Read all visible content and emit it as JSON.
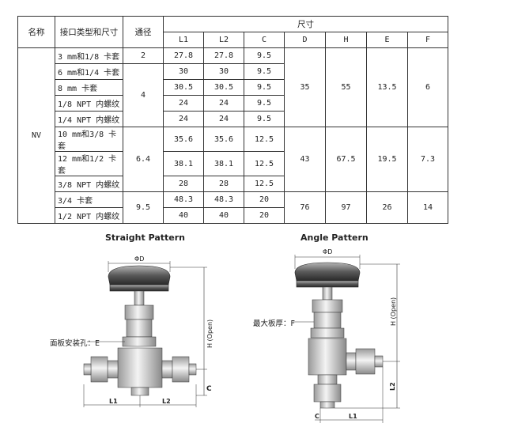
{
  "table": {
    "header": {
      "name": "名称",
      "conn": "接口类型和尺寸",
      "bore": "通径",
      "dims": "尺寸",
      "cols": [
        "L1",
        "L2",
        "C",
        "D",
        "H",
        "E",
        "F"
      ]
    },
    "model": "NV",
    "rows": [
      {
        "conn": "3 mm和1/8 卡套",
        "L1": "27.8",
        "L2": "27.8",
        "C": "9.5"
      },
      {
        "conn": "6 mm和1/4 卡套",
        "L1": "30",
        "L2": "30",
        "C": "9.5"
      },
      {
        "conn": "8 mm 卡套",
        "L1": "30.5",
        "L2": "30.5",
        "C": "9.5"
      },
      {
        "conn": "1/8 NPT 内螺纹",
        "L1": "24",
        "L2": "24",
        "C": "9.5"
      },
      {
        "conn": "1/4 NPT 内螺纹",
        "L1": "24",
        "L2": "24",
        "C": "9.5"
      },
      {
        "conn": "10 mm和3/8 卡套",
        "L1": "35.6",
        "L2": "35.6",
        "C": "12.5"
      },
      {
        "conn": "12 mm和1/2 卡套",
        "L1": "38.1",
        "L2": "38.1",
        "C": "12.5"
      },
      {
        "conn": "3/8 NPT 内螺纹",
        "L1": "28",
        "L2": "28",
        "C": "12.5"
      },
      {
        "conn": "3/4  卡套",
        "L1": "48.3",
        "L2": "48.3",
        "C": "20"
      },
      {
        "conn": "1/2 NPT 内螺纹",
        "L1": "40",
        "L2": "40",
        "C": "20"
      }
    ],
    "bores": [
      "2",
      "4",
      "6.4",
      "9.5"
    ],
    "groups": [
      {
        "D": "35",
        "H": "55",
        "E": "13.5",
        "F": "6"
      },
      {
        "D": "43",
        "H": "67.5",
        "E": "19.5",
        "F": "7.3"
      },
      {
        "D": "76",
        "H": "97",
        "E": "26",
        "F": "14"
      }
    ]
  },
  "figures": {
    "straight": {
      "title": "Straight Pattern",
      "label_panel": "面板安装孔：E",
      "dim_d": "ΦD",
      "dim_h": "H (Open)",
      "dim_c": "C",
      "dim_l1": "L1",
      "dim_l2": "L2"
    },
    "angle": {
      "title": "Angle Pattern",
      "label_plate": "最大板厚：F",
      "dim_d": "ΦD",
      "dim_h": "H (Open)",
      "dim_c": "C",
      "dim_l1": "L1",
      "dim_l2": "L2"
    }
  }
}
